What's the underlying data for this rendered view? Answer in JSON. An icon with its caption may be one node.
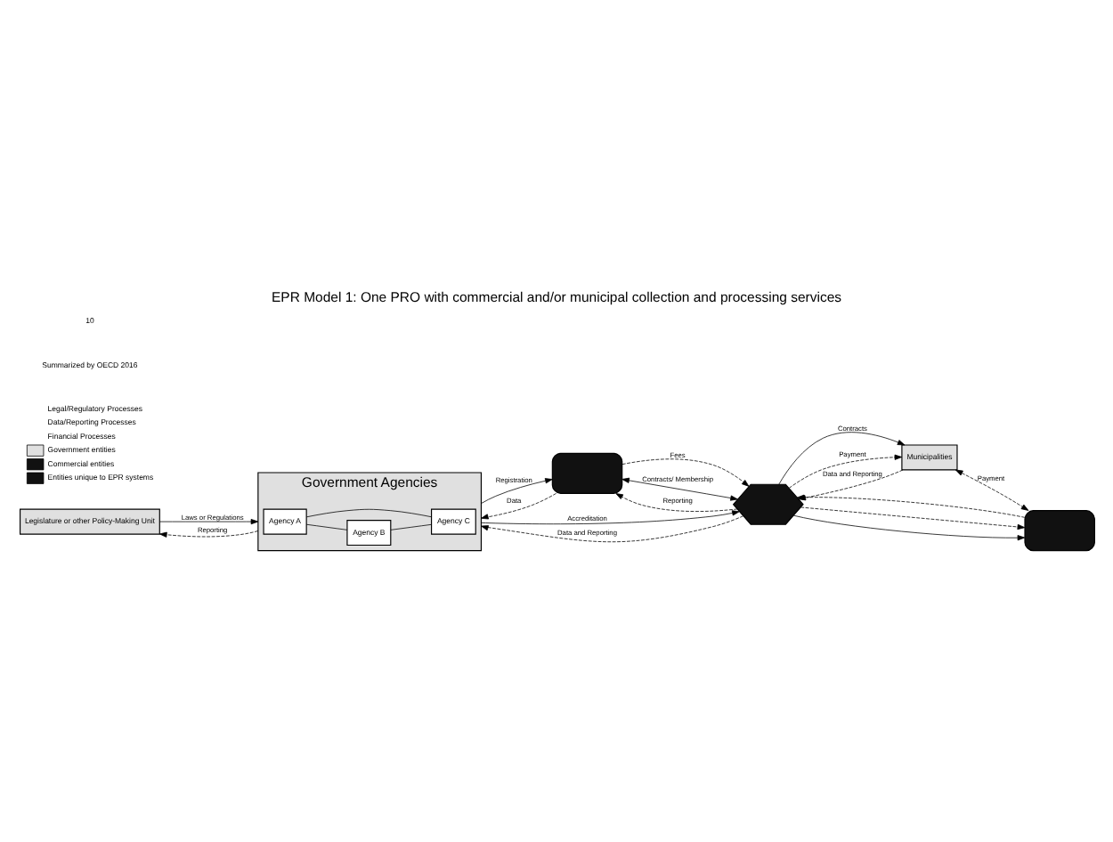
{
  "diagram": {
    "title": "EPR Model 1: One PRO with commercial and/or municipal collection and processing services",
    "nodes": [
      {
        "text": [
          "Legislature or other Policy-Making Unit"
        ]
      },
      {
        "text": [
          "Government Agencies"
        ]
      },
      {
        "text": [
          "Agency A"
        ],
        "in": 1
      },
      {
        "text": [
          "Agency B"
        ],
        "in": 1
      },
      {
        "text": [
          "Agency C"
        ],
        "in": 1
      },
      {
        "text": [],
        "shape": "box"
      },
      {
        "text": [],
        "shape": "hexagon"
      },
      {
        "text": [
          "Municipalities"
        ]
      },
      {
        "text": [],
        "shape": "box"
      }
    ],
    "edges": [
      {
        "from": 0,
        "to": 1,
        "arrow": "to",
        "label": "Laws or Regulations"
      },
      {
        "from": 1,
        "to": 0,
        "arrow": "to",
        "label": "Reporting",
        "style": "dashed"
      },
      {
        "from": 2,
        "to": 3,
        "arrow": "none"
      },
      {
        "from": 2,
        "to": 4,
        "arrow": "none"
      },
      {
        "from": 3,
        "to": 4,
        "arrow": "none"
      },
      {
        "from": 1,
        "to": 5,
        "arrow": "to",
        "label": "Registration"
      },
      {
        "from": 5,
        "to": 1,
        "arrow": "to",
        "label": "Data",
        "style": "dashed"
      },
      {
        "from": 1,
        "to": 6,
        "arrow": "to",
        "label": "Accreditation"
      },
      {
        "from": 6,
        "to": 1,
        "arrow": "to",
        "label": "Data and Reporting",
        "style": "dashed"
      },
      {
        "from": 5,
        "to": 6,
        "arrow": "to",
        "label": "Fees",
        "style": "dashed"
      },
      {
        "from": 6,
        "to": 5,
        "arrow": "to",
        "label": "Reporting",
        "style": "dashed"
      },
      {
        "from": 5,
        "to": 6,
        "arrow": "both",
        "label": "Contracts/ Membership"
      },
      {
        "from": 6,
        "to": 7,
        "arrow": "to",
        "label": "Contracts"
      },
      {
        "from": 6,
        "to": 8,
        "arrow": "to"
      },
      {
        "from": 6,
        "to": 7,
        "arrow": "to",
        "label": "Payment",
        "style": "dashed"
      },
      {
        "from": 6,
        "to": 8,
        "arrow": "to",
        "style": "dashed"
      },
      {
        "from": 7,
        "to": 6,
        "arrow": "to",
        "label": "Data and Reporting",
        "style": "dashed"
      },
      {
        "from": 8,
        "to": 6,
        "arrow": "to",
        "style": "dashed"
      },
      {
        "from": 7,
        "to": 8,
        "arrow": "both",
        "label": "Payment",
        "style": "dashed"
      }
    ],
    "labels": [
      "Summarized by OECD 2016",
      "10"
    ],
    "legend": [
      {
        "text": "Legal/Regulatory Processes"
      },
      {
        "text": "Data/Reporting Processes"
      },
      {
        "text": "Financial Processes"
      },
      {
        "text": "Government entities",
        "color": "#e0e0e0"
      },
      {
        "text": "Commercial entities",
        "color": "#111111"
      },
      {
        "text": "Entities unique to EPR systems",
        "color": "#111111"
      }
    ]
  }
}
